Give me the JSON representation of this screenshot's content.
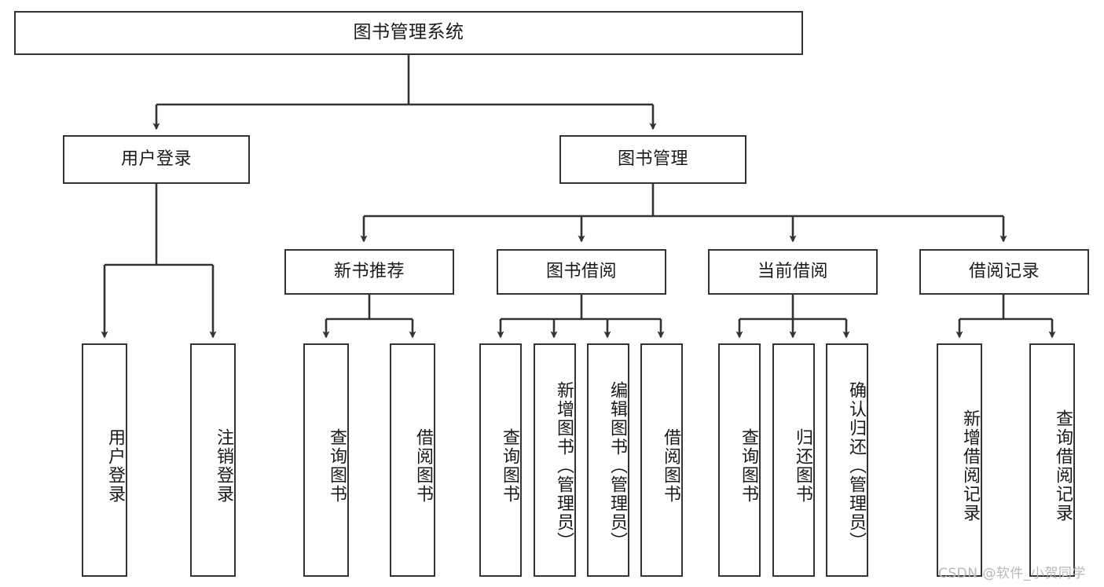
{
  "diagram": {
    "title": "图书管理系统",
    "type": "hierarchy-tree",
    "root": {
      "label": "图书管理系统"
    },
    "level1": [
      {
        "label": "用户登录"
      },
      {
        "label": "图书管理"
      }
    ],
    "level2": [
      {
        "label": "新书推荐"
      },
      {
        "label": "图书借阅"
      },
      {
        "label": "当前借阅"
      },
      {
        "label": "借阅记录"
      }
    ],
    "leaves": {
      "user_login": [
        {
          "label": "用户登录"
        },
        {
          "label": "注销登录"
        }
      ],
      "new_book_recommend": [
        {
          "label": "查询图书"
        },
        {
          "label": "借阅图书"
        }
      ],
      "book_borrow": [
        {
          "label": "查询图书"
        },
        {
          "label": "新增图书（管理员）"
        },
        {
          "label": "编辑图书（管理员）"
        },
        {
          "label": "借阅图书"
        }
      ],
      "current_borrow": [
        {
          "label": "查询图书"
        },
        {
          "label": "归还图书"
        },
        {
          "label": "确认归还（管理员）"
        }
      ],
      "borrow_record": [
        {
          "label": "新增借阅记录"
        },
        {
          "label": "查询借阅记录"
        }
      ]
    }
  },
  "watermark": {
    "text": "CSDN @软件_小贺同学"
  },
  "colors": {
    "stroke": "#333333",
    "background": "#ffffff",
    "text": "#1a1a1a",
    "watermark": "#b8b8b8"
  }
}
